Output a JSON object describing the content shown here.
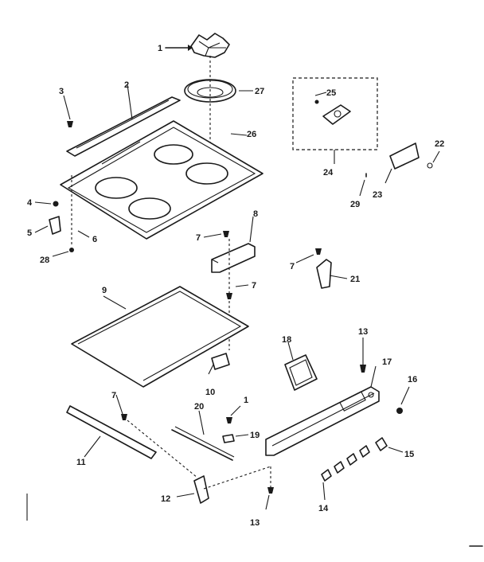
{
  "callouts": {
    "n1_top": "1",
    "n2": "2",
    "n3": "3",
    "n4": "4",
    "n5": "5",
    "n6": "6",
    "n7_a": "7",
    "n7_b": "7",
    "n7_c": "7",
    "n7_d": "7",
    "n8": "8",
    "n9": "9",
    "n10": "10",
    "n11": "11",
    "n12": "12",
    "n13_a": "13",
    "n13_b": "13",
    "n14": "14",
    "n15": "15",
    "n16": "16",
    "n17": "17",
    "n18": "18",
    "n19": "19",
    "n20": "20",
    "n21": "21",
    "n22": "22",
    "n23": "23",
    "n24": "24",
    "n25": "25",
    "n26": "26",
    "n27": "27",
    "n28": "28",
    "n29": "29",
    "n1_mid": "1"
  }
}
